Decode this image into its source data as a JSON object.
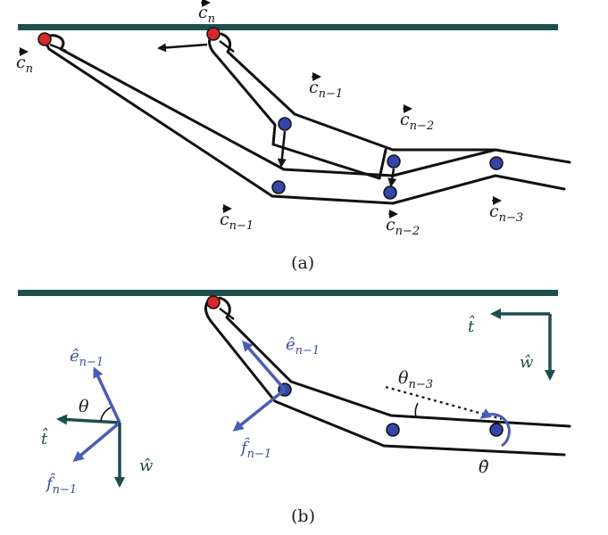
{
  "colors": {
    "wall": "#1d4f4f",
    "anchor_node": "#d7282a",
    "node": "#3446a8",
    "vector_blue": "#4a5db5",
    "vector_teal": "#1f4d4d",
    "stroke": "#111111"
  },
  "panel_a": {
    "caption": "(a)",
    "labels": {
      "c_n_left": {
        "arrow": "c",
        "sub": "n"
      },
      "c_n_top": {
        "arrow": "c",
        "sub": "n"
      },
      "c_n1_upper": {
        "arrow": "c",
        "sub": "n−1"
      },
      "c_n2_upper": {
        "arrow": "c",
        "sub": "n−2"
      },
      "c_n1_lower": {
        "arrow": "c",
        "sub": "n−1"
      },
      "c_n2_lower": {
        "arrow": "c",
        "sub": "n−2"
      },
      "c_n3": {
        "arrow": "c",
        "sub": "n−3"
      }
    }
  },
  "panel_b": {
    "caption": "(b)",
    "labels": {
      "e_hat_legend": {
        "base": "ê",
        "sub": "n−1"
      },
      "theta_legend": "θ",
      "t_hat_legend": "t̂",
      "f_hat_legend": {
        "base": "f̂",
        "sub": "n−1"
      },
      "w_hat_legend": "ŵ",
      "e_hat_arm": {
        "base": "ê",
        "sub": "n−1"
      },
      "f_hat_arm": {
        "base": "f̂",
        "sub": "n−1"
      },
      "theta_n3": {
        "base": "θ",
        "sub": "n−3"
      },
      "theta_dot": "θ̇",
      "t_hat_corner": "t̂",
      "w_hat_corner": "ŵ"
    }
  }
}
